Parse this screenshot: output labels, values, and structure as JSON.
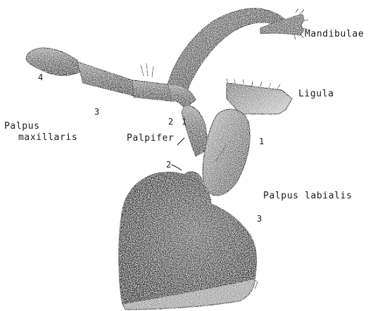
{
  "labels": {
    "mandibulae": "Mandibulae",
    "ligula": "Ligula",
    "palpus_maxillaris_line1": "Palpus",
    "palpus_maxillaris_line2": "maxillaris",
    "palpifer": "Palpifer",
    "palpus_labialis": "Palpus labialis"
  },
  "maxillary_segment_numbers": [
    "4",
    "3",
    "2",
    "1"
  ],
  "labial_segment_numbers": [
    "1",
    "2",
    "3"
  ],
  "colors": {
    "ink": "#1a1a1a",
    "background": "#ffffff"
  }
}
